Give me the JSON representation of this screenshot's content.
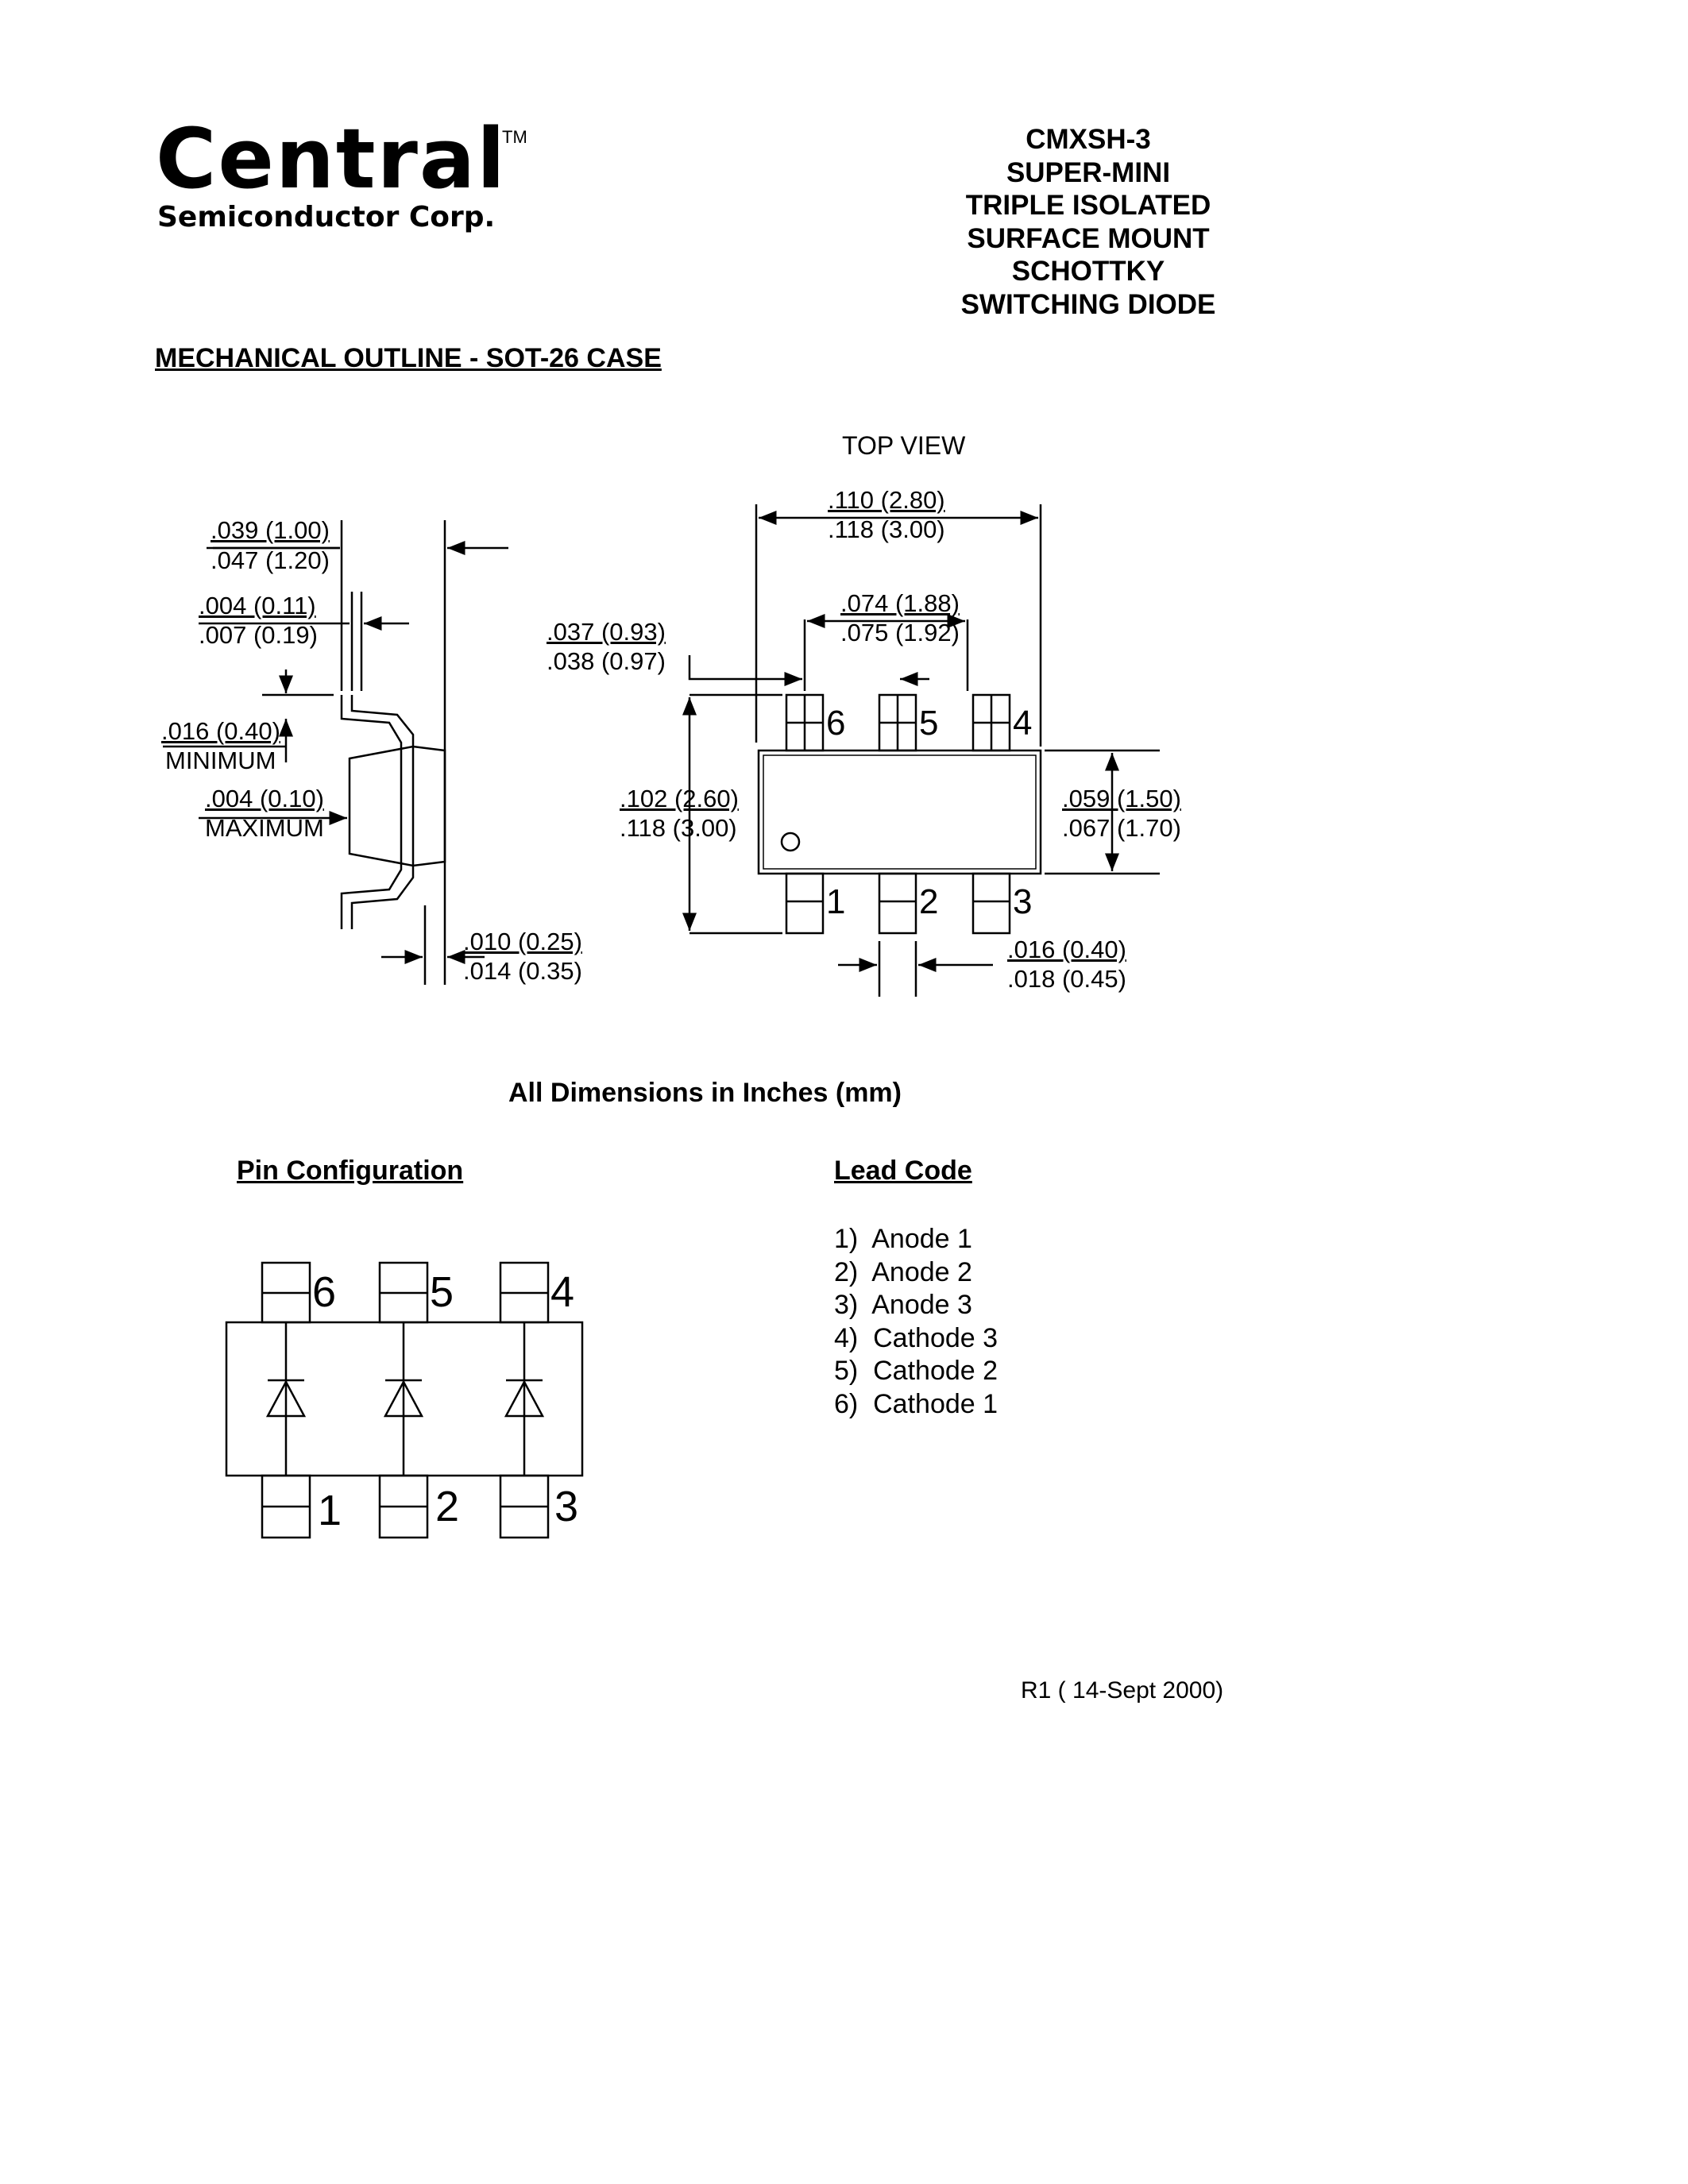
{
  "header": {
    "brand": "Central",
    "trademark": "TM",
    "company": "Semiconductor Corp.",
    "title_lines": [
      "CMXSH-3",
      "SUPER-MINI",
      "TRIPLE ISOLATED",
      "SURFACE MOUNT",
      "SCHOTTKY",
      "SWITCHING DIODE"
    ]
  },
  "mechanical": {
    "heading": "MECHANICAL OUTLINE - SOT-26 CASE",
    "top_view_label": "TOP VIEW",
    "side_dims": {
      "d1a": ".039 (1.00)",
      "d1b": ".047 (1.20)",
      "d2a": ".004 (0.11)",
      "d2b": ".007 (0.19)",
      "d3a": ".016 (0.40)",
      "d3b": "MINIMUM",
      "d4a": ".004 (0.10)",
      "d4b": "MAXIMUM",
      "d5a": ".010 (0.25)",
      "d5b": ".014 (0.35)"
    },
    "top_dims": {
      "w1a": ".110 (2.80)",
      "w1b": ".118 (3.00)",
      "w2a": ".074 (1.88)",
      "w2b": ".075 (1.92)",
      "w3a": ".037 (0.93)",
      "w3b": ".038 (0.97)",
      "h1a": ".102 (2.60)",
      "h1b": ".118 (3.00)",
      "h2a": ".059 (1.50)",
      "h2b": ".067 (1.70)",
      "l1a": ".016 (0.40)",
      "l1b": ".018 (0.45)"
    },
    "top_pins": [
      "6",
      "5",
      "4"
    ],
    "bottom_pins": [
      "1",
      "2",
      "3"
    ],
    "units_note": "All Dimensions in Inches (mm)"
  },
  "pin_config": {
    "heading": "Pin Configuration",
    "top_pins": [
      "6",
      "5",
      "4"
    ],
    "bottom_pins": [
      "1",
      "2",
      "3"
    ]
  },
  "lead_code": {
    "heading": "Lead Code",
    "items": [
      "1)  Anode 1",
      "2)  Anode 2",
      "3)  Anode 3",
      "4)  Cathode 3",
      "5)  Cathode 2",
      "6)  Cathode 1"
    ]
  },
  "revision": "R1 ( 14-Sept 2000)"
}
